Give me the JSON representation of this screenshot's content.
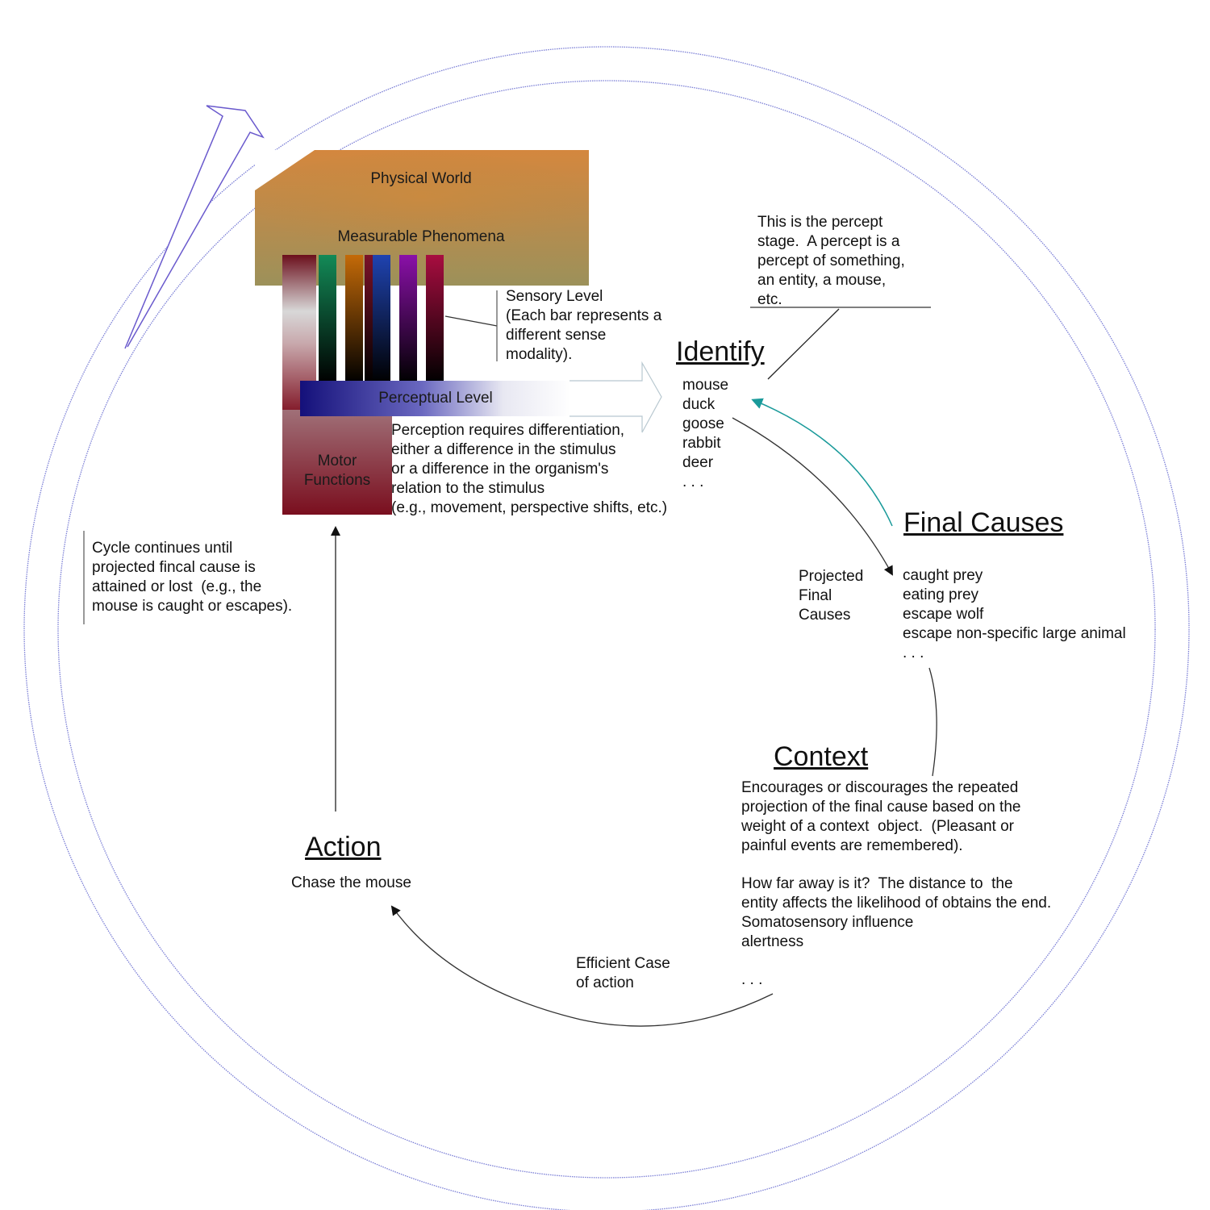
{
  "colors": {
    "cycle_outline": "#6a5acd",
    "outer_circle": "#7b7fd6",
    "teal_arrow": "#1a9a9a",
    "world_top": "#d4873e",
    "world_bottom": "#9c915a",
    "motor": "#7e1020",
    "perceptual_dark": "#1b1680"
  },
  "sensory_bar_colors": [
    "#7a1525",
    "#138a57",
    "#c46a08",
    "#7a1228",
    "#1f43b0",
    "#8a10a8",
    "#a80d40"
  ],
  "top_box": {
    "physical_world": "Physical World",
    "measurable_phenomena": "Measurable Phenomena"
  },
  "sensory": {
    "lines": [
      "Sensory Level",
      "(Each bar represents a",
      "different sense",
      "modality)."
    ]
  },
  "perceptual": {
    "label": "Perceptual Level"
  },
  "motor": {
    "lines": [
      "Motor",
      "Functions"
    ]
  },
  "perception_note": {
    "lines": [
      "Perception requires differentiation,",
      "either a difference in the stimulus",
      "or a difference in the organism's",
      "relation to the stimulus",
      "(e.g., movement, perspective shifts, etc.)"
    ]
  },
  "percept_note": {
    "lines": [
      "This is the percept",
      "stage.  A percept is a",
      "percept of something,",
      "an entity, a mouse,",
      "etc."
    ]
  },
  "identify": {
    "title": "Identify",
    "items": [
      "mouse",
      "duck",
      "goose",
      "rabbit",
      "deer",
      ". . ."
    ]
  },
  "final_causes": {
    "title": "Final Causes",
    "projected_label": [
      "Projected",
      "Final",
      "Causes"
    ],
    "items": [
      "caught prey",
      "eating prey",
      "escape wolf",
      "escape non-specific large animal",
      ". . ."
    ]
  },
  "context": {
    "title": "Context",
    "lines": [
      "Encourages or discourages the repeated",
      "projection of the final cause based on the",
      "weight of a context  object.  (Pleasant or",
      "painful events are remembered).",
      "",
      "How far away is it?  The distance to  the",
      "entity affects the likelihood of obtains the end.",
      "Somatosensory influence",
      "alertness",
      "",
      ". . ."
    ]
  },
  "efficient_cause": {
    "lines": [
      "Efficient Case",
      "of action"
    ]
  },
  "action": {
    "title": "Action",
    "subtitle": "Chase the mouse"
  },
  "cycle_note": {
    "lines": [
      "Cycle continues until",
      "projected fincal cause is",
      "attained or lost  (e.g., the",
      "mouse is caught or escapes)."
    ]
  }
}
